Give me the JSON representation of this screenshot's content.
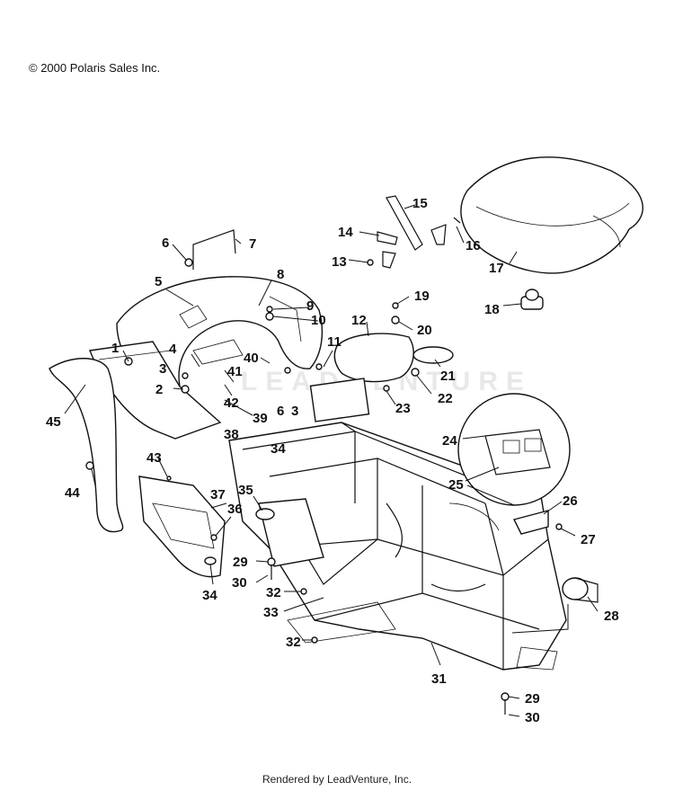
{
  "header": {
    "copyright": "© 2000 Polaris Sales Inc."
  },
  "footer": {
    "rendered_by": "Rendered by LeadVenture, Inc."
  },
  "watermark": {
    "text": "LEADVENTURE"
  },
  "callouts": [
    "1",
    "2",
    "3",
    "3",
    "4",
    "5",
    "6",
    "6",
    "7",
    "8",
    "9",
    "10",
    "11",
    "12",
    "13",
    "14",
    "15",
    "16",
    "17",
    "18",
    "19",
    "20",
    "21",
    "22",
    "23",
    "24",
    "25",
    "26",
    "27",
    "28",
    "29",
    "29",
    "30",
    "30",
    "31",
    "32",
    "32",
    "33",
    "34",
    "34",
    "35",
    "36",
    "37",
    "38",
    "39",
    "40",
    "41",
    "42",
    "43",
    "44",
    "45"
  ]
}
